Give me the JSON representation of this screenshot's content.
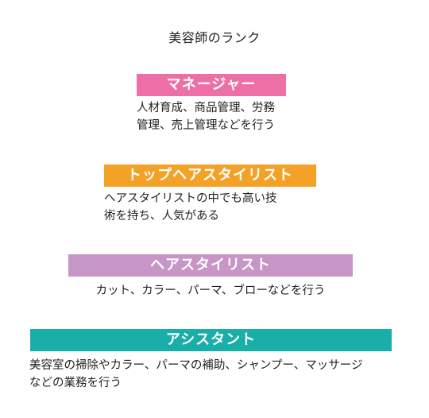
{
  "title": "美容師のランク",
  "ranks": [
    {
      "label": "マネージャー",
      "color": "#ec6fa5",
      "description": [
        "人材育成、商品管理、労務",
        "管理、売上管理などを行う"
      ]
    },
    {
      "label": "トップヘアスタイリスト",
      "color": "#f4a227",
      "description": [
        "ヘアスタイリストの中でも高い技",
        "術を持ち、人気がある"
      ]
    },
    {
      "label": "ヘアスタイリスト",
      "color": "#c795c6",
      "description": [
        "カット、カラー、パーマ、ブローなどを行う"
      ]
    },
    {
      "label": "アシスタント",
      "color": "#19aea7",
      "description": [
        "美容室の掃除やカラー、パーマの補助、シャンプー、マッサージ",
        "などの業務を行う"
      ]
    }
  ]
}
